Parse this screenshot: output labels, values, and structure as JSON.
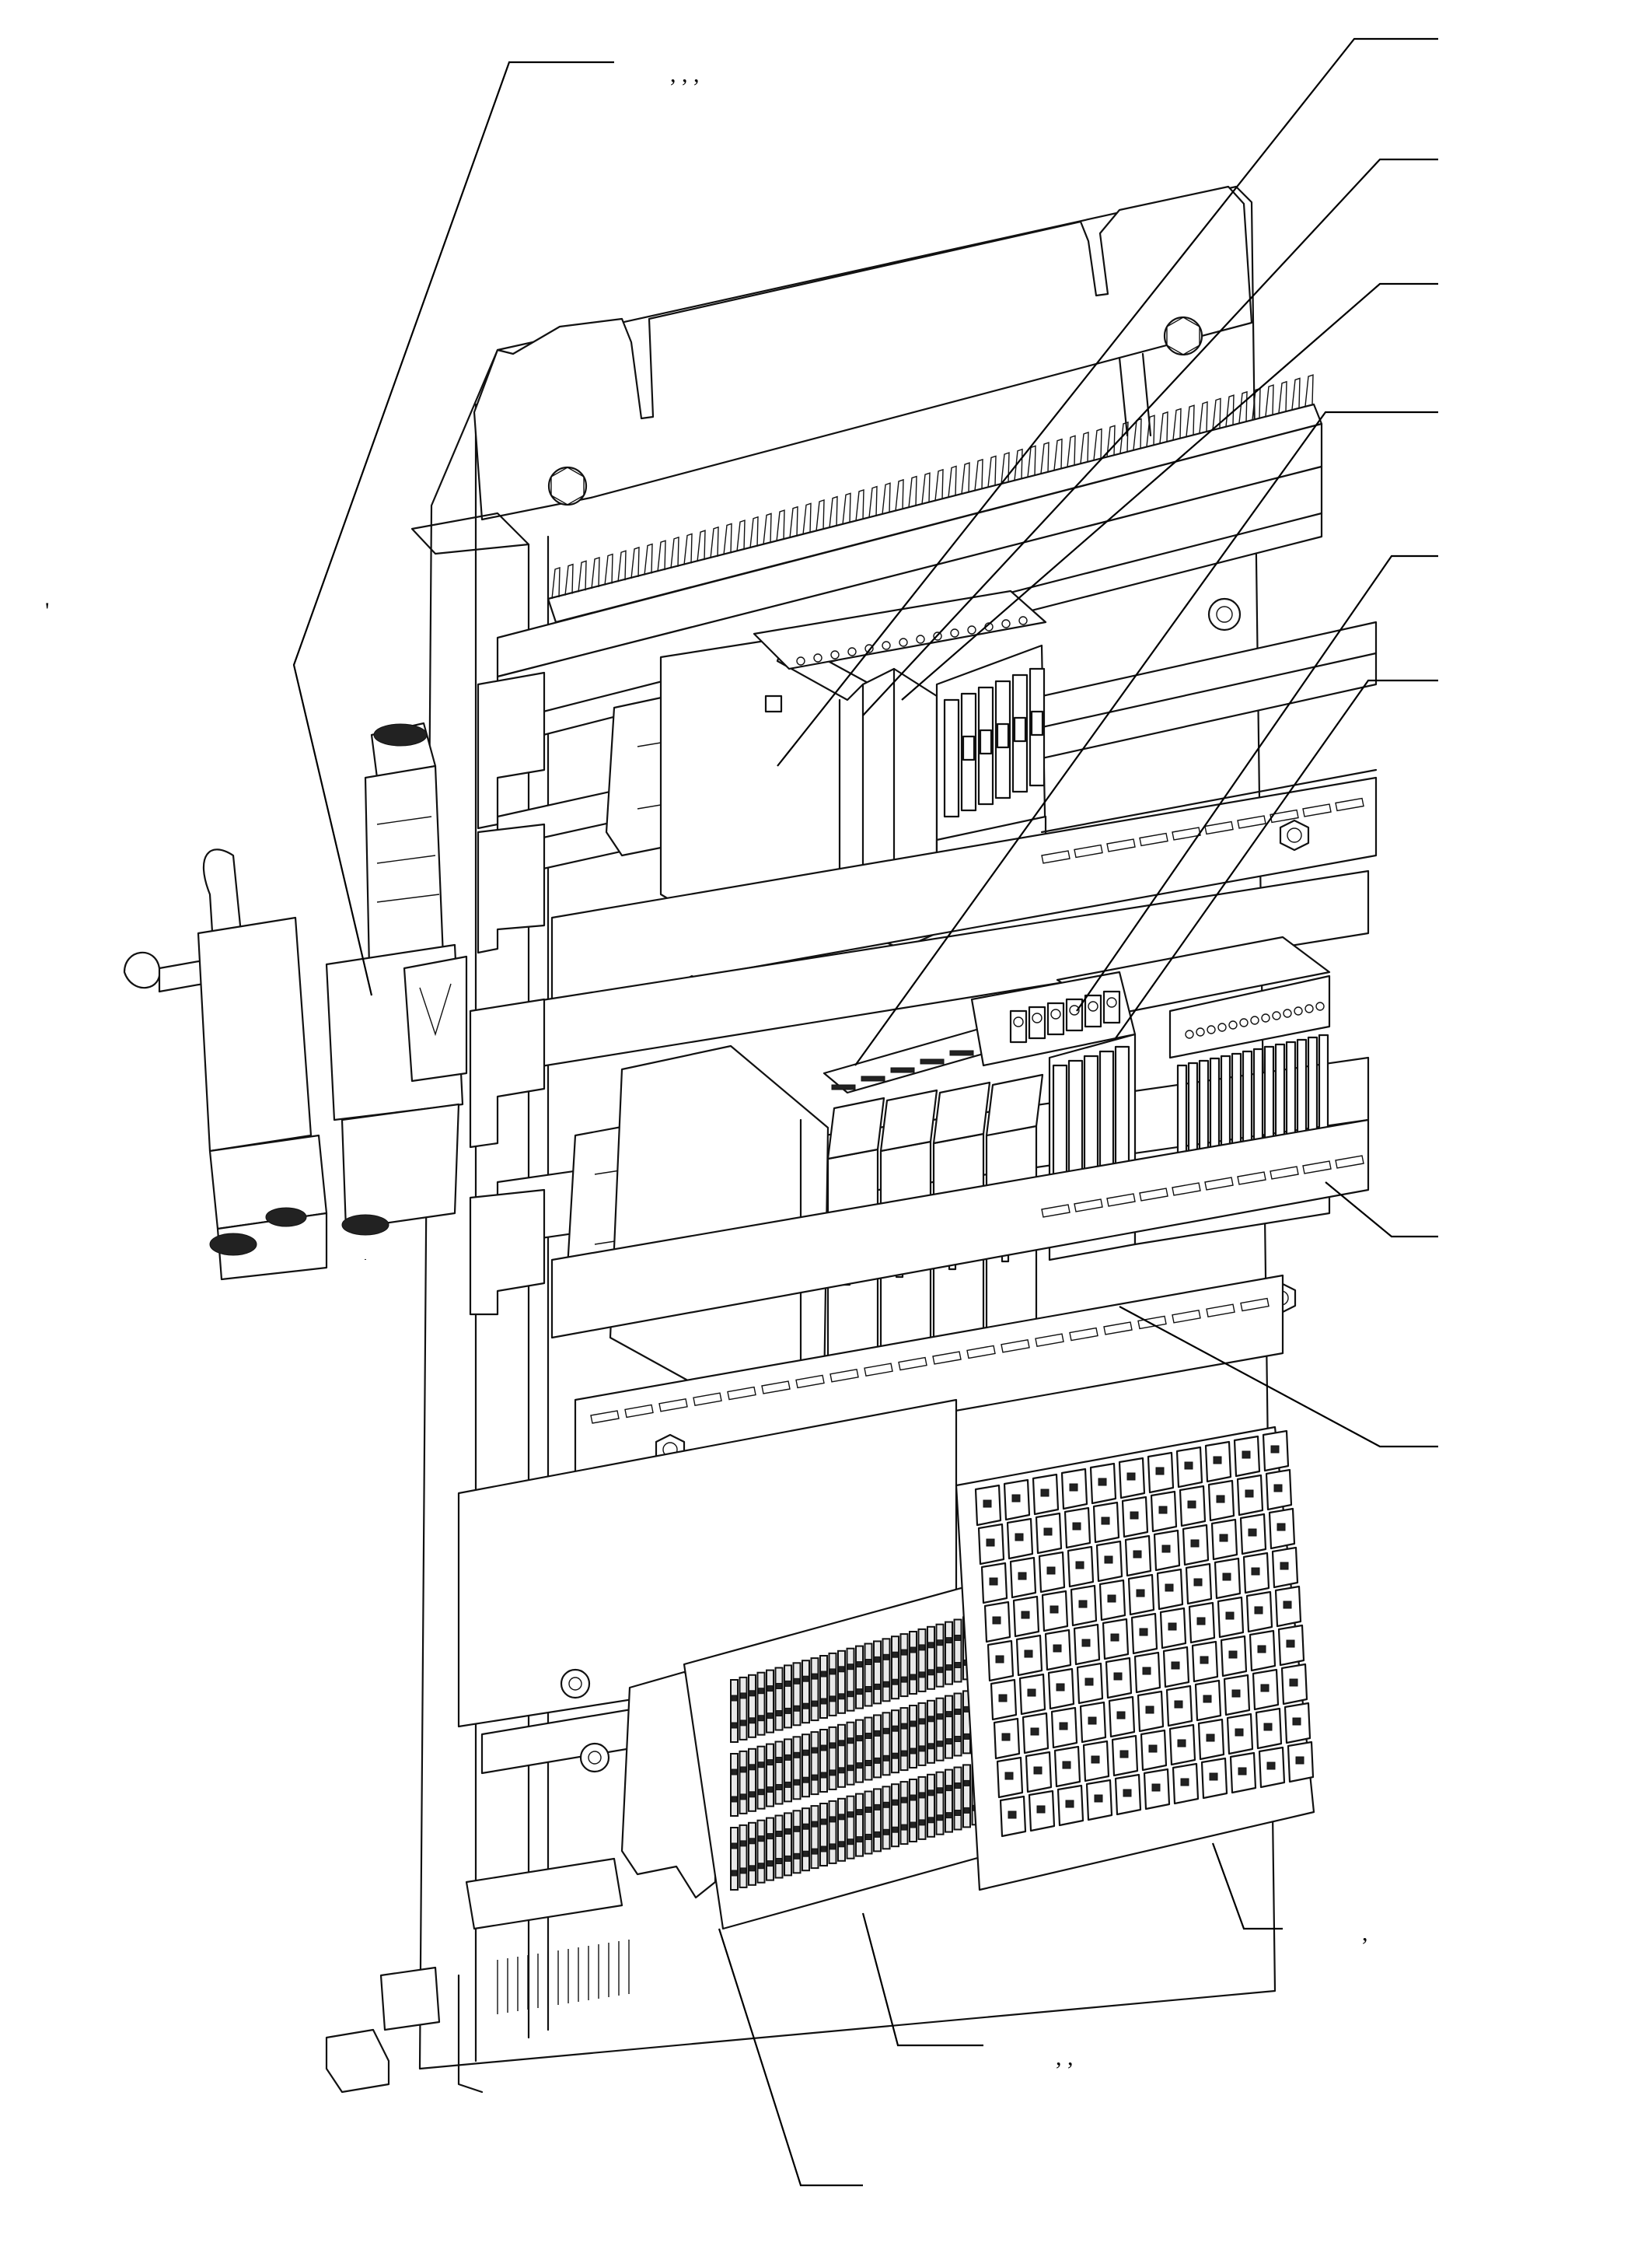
{
  "figure": {
    "callout_marks": [
      {
        "id": "top-left-callout",
        "text": ",   ,   ,"
      },
      {
        "id": "left-tick",
        "text": "'"
      },
      {
        "id": "bottom-right-callout",
        "text": ","
      },
      {
        "id": "bottom-center-callout",
        "text": ",   ,"
      }
    ]
  }
}
